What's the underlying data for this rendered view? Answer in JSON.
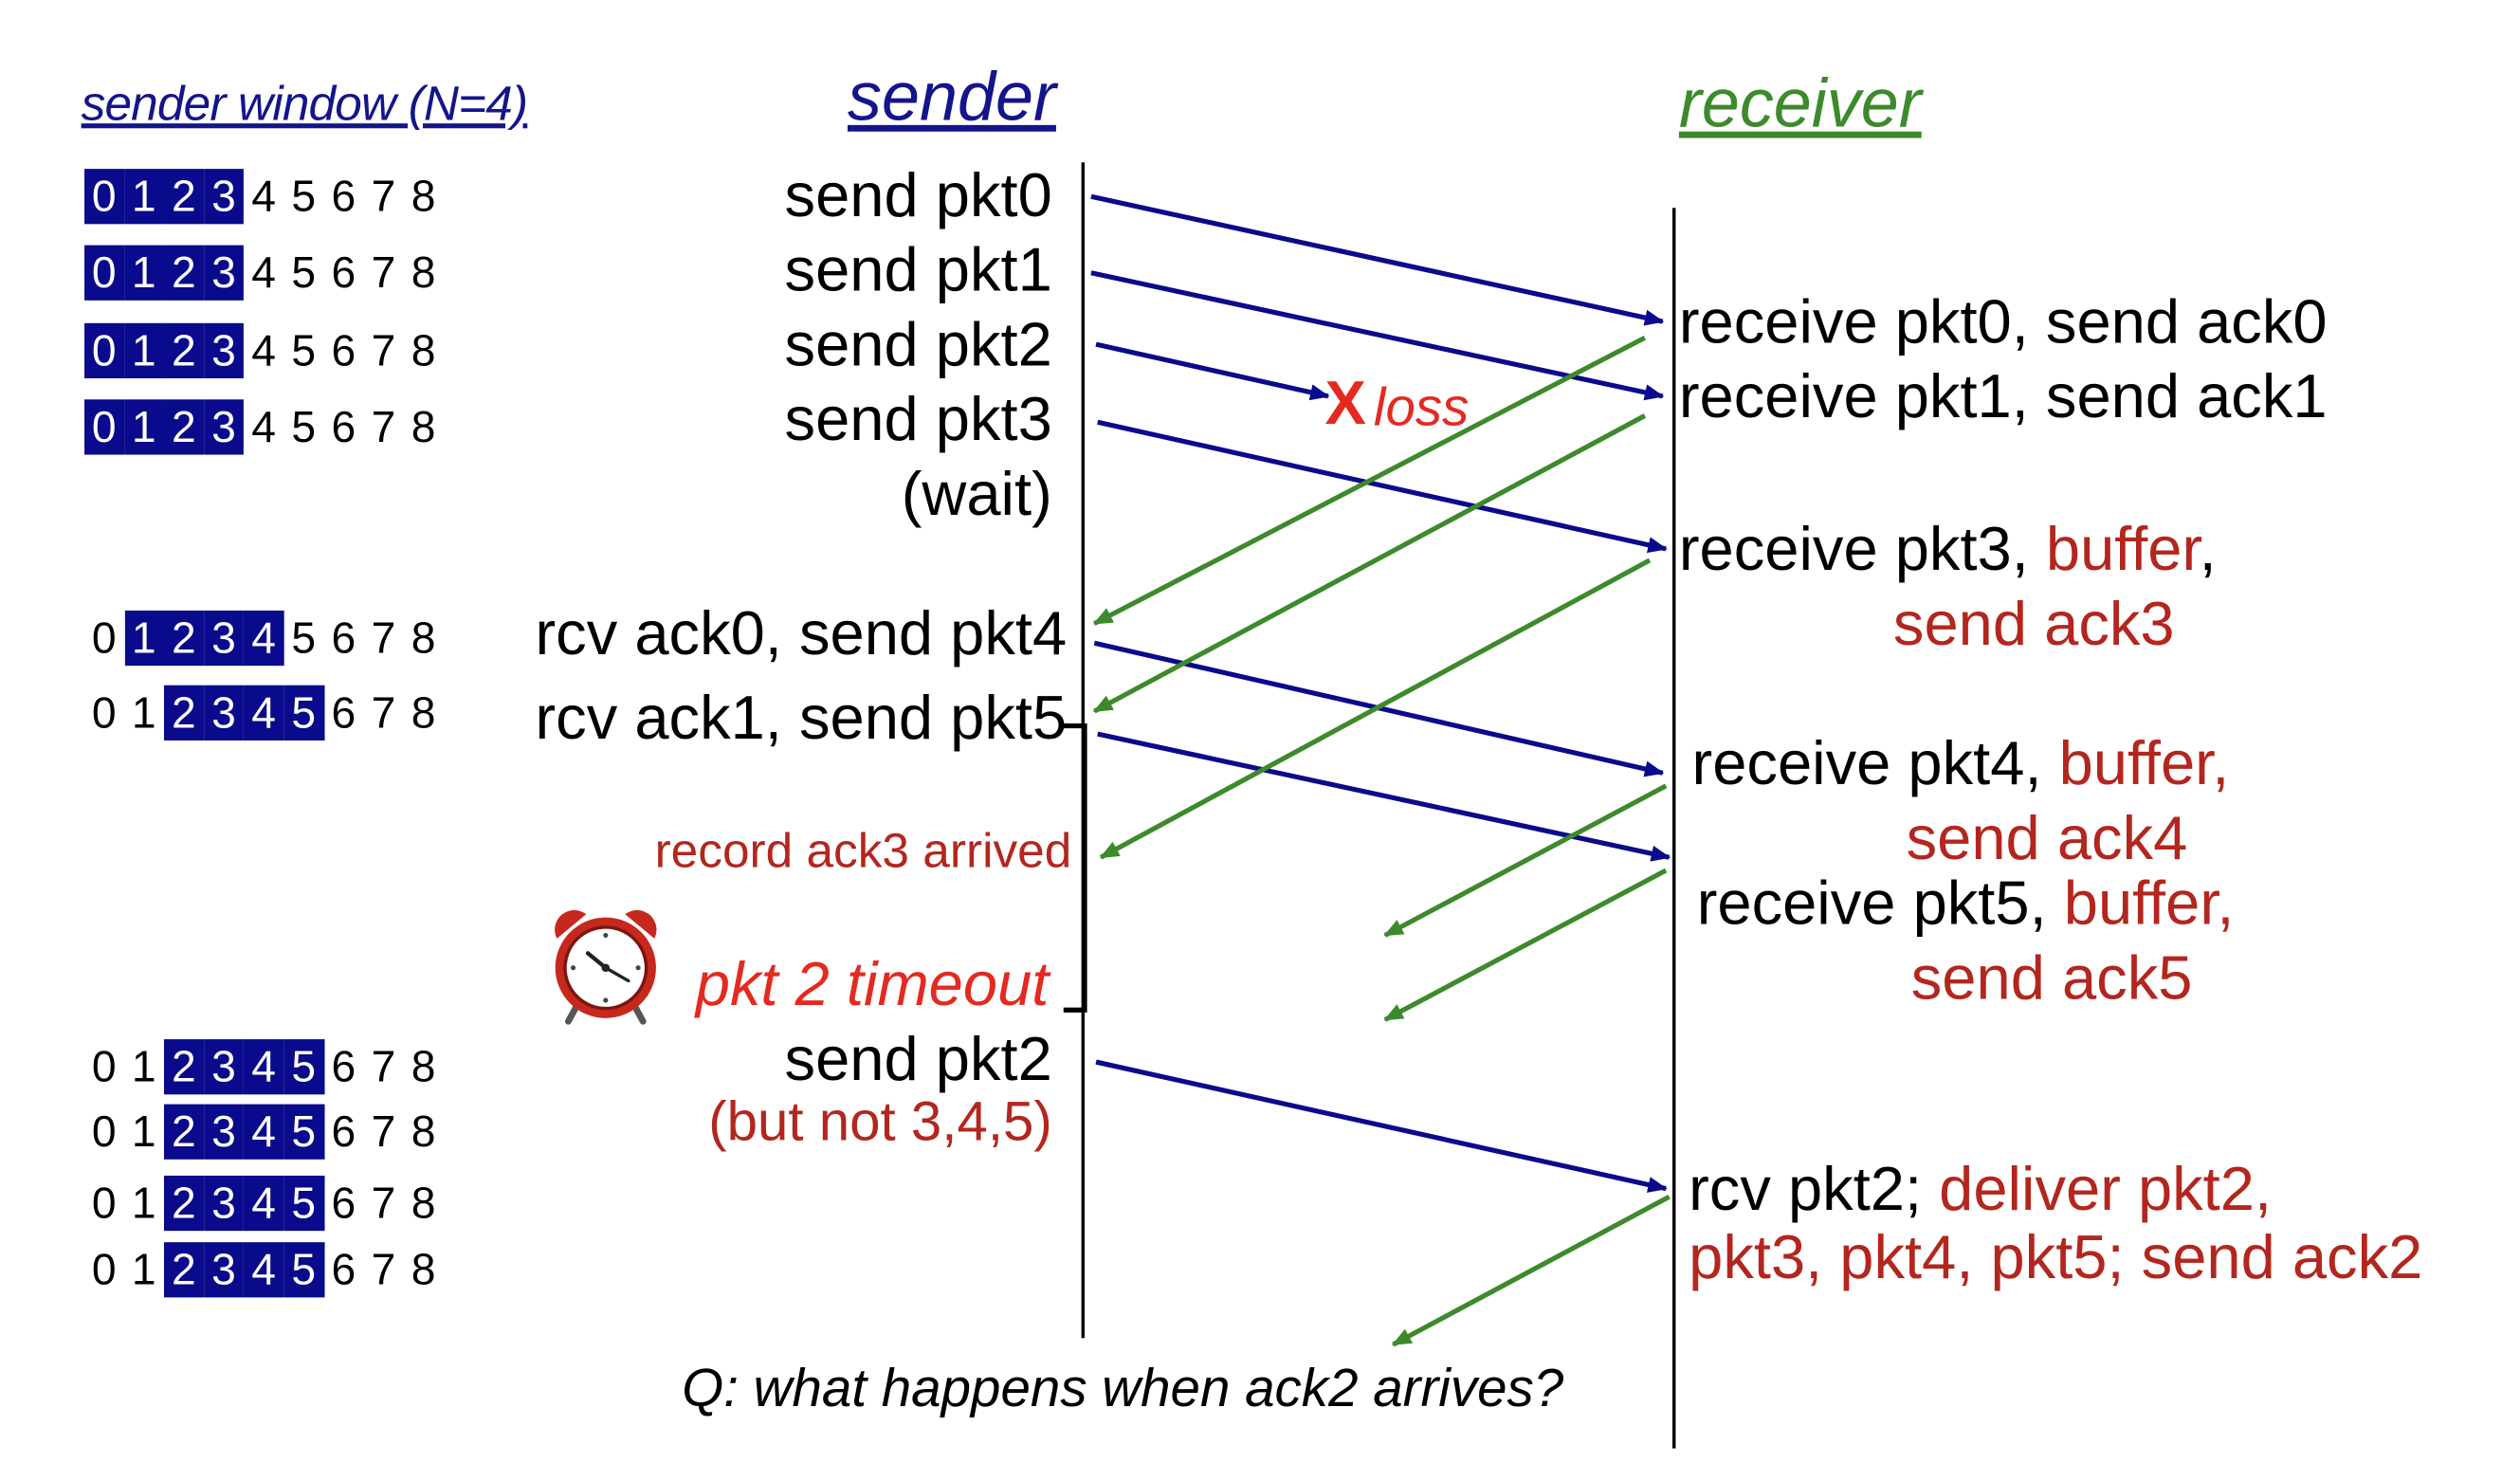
{
  "headers": {
    "sender_window": "sender window (N=4)",
    "sender": "sender",
    "receiver": "receiver"
  },
  "window_rows": [
    {
      "cells": [
        "0",
        "1",
        "2",
        "3",
        "4",
        "5",
        "6",
        "7",
        "8"
      ],
      "highlight": [
        0,
        3
      ]
    },
    {
      "cells": [
        "0",
        "1",
        "2",
        "3",
        "4",
        "5",
        "6",
        "7",
        "8"
      ],
      "highlight": [
        0,
        3
      ]
    },
    {
      "cells": [
        "0",
        "1",
        "2",
        "3",
        "4",
        "5",
        "6",
        "7",
        "8"
      ],
      "highlight": [
        0,
        3
      ]
    },
    {
      "cells": [
        "0",
        "1",
        "2",
        "3",
        "4",
        "5",
        "6",
        "7",
        "8"
      ],
      "highlight": [
        0,
        3
      ]
    },
    {
      "cells": [
        "0",
        "1",
        "2",
        "3",
        "4",
        "5",
        "6",
        "7",
        "8"
      ],
      "highlight": [
        1,
        4
      ]
    },
    {
      "cells": [
        "0",
        "1",
        "2",
        "3",
        "4",
        "5",
        "6",
        "7",
        "8"
      ],
      "highlight": [
        2,
        5
      ]
    },
    {
      "cells": [
        "0",
        "1",
        "2",
        "3",
        "4",
        "5",
        "6",
        "7",
        "8"
      ],
      "highlight": [
        2,
        5
      ]
    },
    {
      "cells": [
        "0",
        "1",
        "2",
        "3",
        "4",
        "5",
        "6",
        "7",
        "8"
      ],
      "highlight": [
        2,
        5
      ]
    },
    {
      "cells": [
        "0",
        "1",
        "2",
        "3",
        "4",
        "5",
        "6",
        "7",
        "8"
      ],
      "highlight": [
        2,
        5
      ]
    },
    {
      "cells": [
        "0",
        "1",
        "2",
        "3",
        "4",
        "5",
        "6",
        "7",
        "8"
      ],
      "highlight": [
        2,
        5
      ]
    }
  ],
  "sender_events": {
    "send_pkt0": "send  pkt0",
    "send_pkt1": "send  pkt1",
    "send_pkt2": "send  pkt2",
    "send_pkt3": "send  pkt3",
    "wait": "(wait)",
    "rcv_ack0": "rcv ack0, send pkt4",
    "rcv_ack1": "rcv ack1, send pkt5",
    "record_ack3": "record ack3 arrived",
    "timeout": "pkt 2 timeout",
    "resend_pkt2": "send  pkt2",
    "but_not": "(but not 3,4,5)"
  },
  "loss": {
    "mark": "X",
    "label": "loss"
  },
  "receiver_events": {
    "r0": "receive pkt0, send ack0",
    "r1": "receive pkt1, send ack1",
    "r3a": "receive pkt3, ",
    "r3b": "buffer",
    "r3c": ",",
    "r3d": "send ack3",
    "r4a": "receive pkt4, ",
    "r4b": "buffer,",
    "r4c": "send ack4",
    "r5a": "receive pkt5, ",
    "r5b": "buffer,",
    "r5c": "send ack5",
    "r2a": "rcv pkt2; ",
    "r2b": "deliver pkt2,",
    "r2c": "pkt3, pkt4, pkt5; send ack2"
  },
  "question": "Q: what happens when ack2 arrives?",
  "colors": {
    "data_arrow": "#0a0a8c",
    "ack_arrow": "#3d8a2c",
    "highlight": "#0a0a8c",
    "accent_red": "#b3261e",
    "loss_red": "#e42a20"
  },
  "icons": {
    "timer": "alarm-clock-icon"
  }
}
